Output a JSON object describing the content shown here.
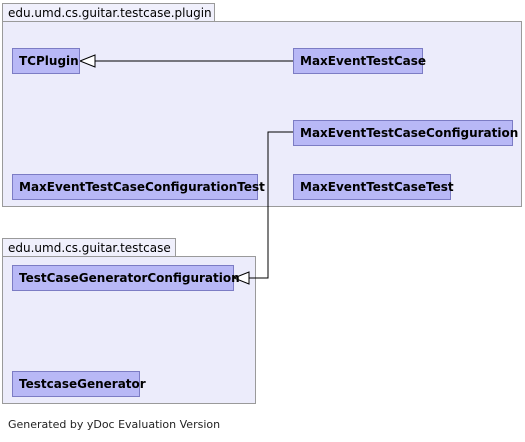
{
  "diagram": {
    "packages": [
      {
        "name": "edu.umd.cs.guitar.testcase.plugin",
        "classes": [
          "TCPlugin",
          "MaxEventTestCase",
          "MaxEventTestCaseConfiguration",
          "MaxEventTestCaseConfigurationTest",
          "MaxEventTestCaseTest"
        ]
      },
      {
        "name": "edu.umd.cs.guitar.testcase",
        "classes": [
          "TestCaseGeneratorConfiguration",
          "TestcaseGenerator"
        ]
      }
    ],
    "relations": [
      {
        "from": "MaxEventTestCase",
        "to": "TCPlugin",
        "type": "generalization"
      },
      {
        "from": "MaxEventTestCaseConfiguration",
        "to": "TestCaseGeneratorConfiguration",
        "type": "generalization"
      }
    ]
  },
  "footer": {
    "text": "Generated by yDoc Evaluation Version"
  },
  "colors": {
    "class_fill": "#b8b8f6",
    "class_border": "#7c7cc4",
    "package_fill": "#ececfb",
    "package_border": "#9a9a9a",
    "edge": "#000000"
  }
}
